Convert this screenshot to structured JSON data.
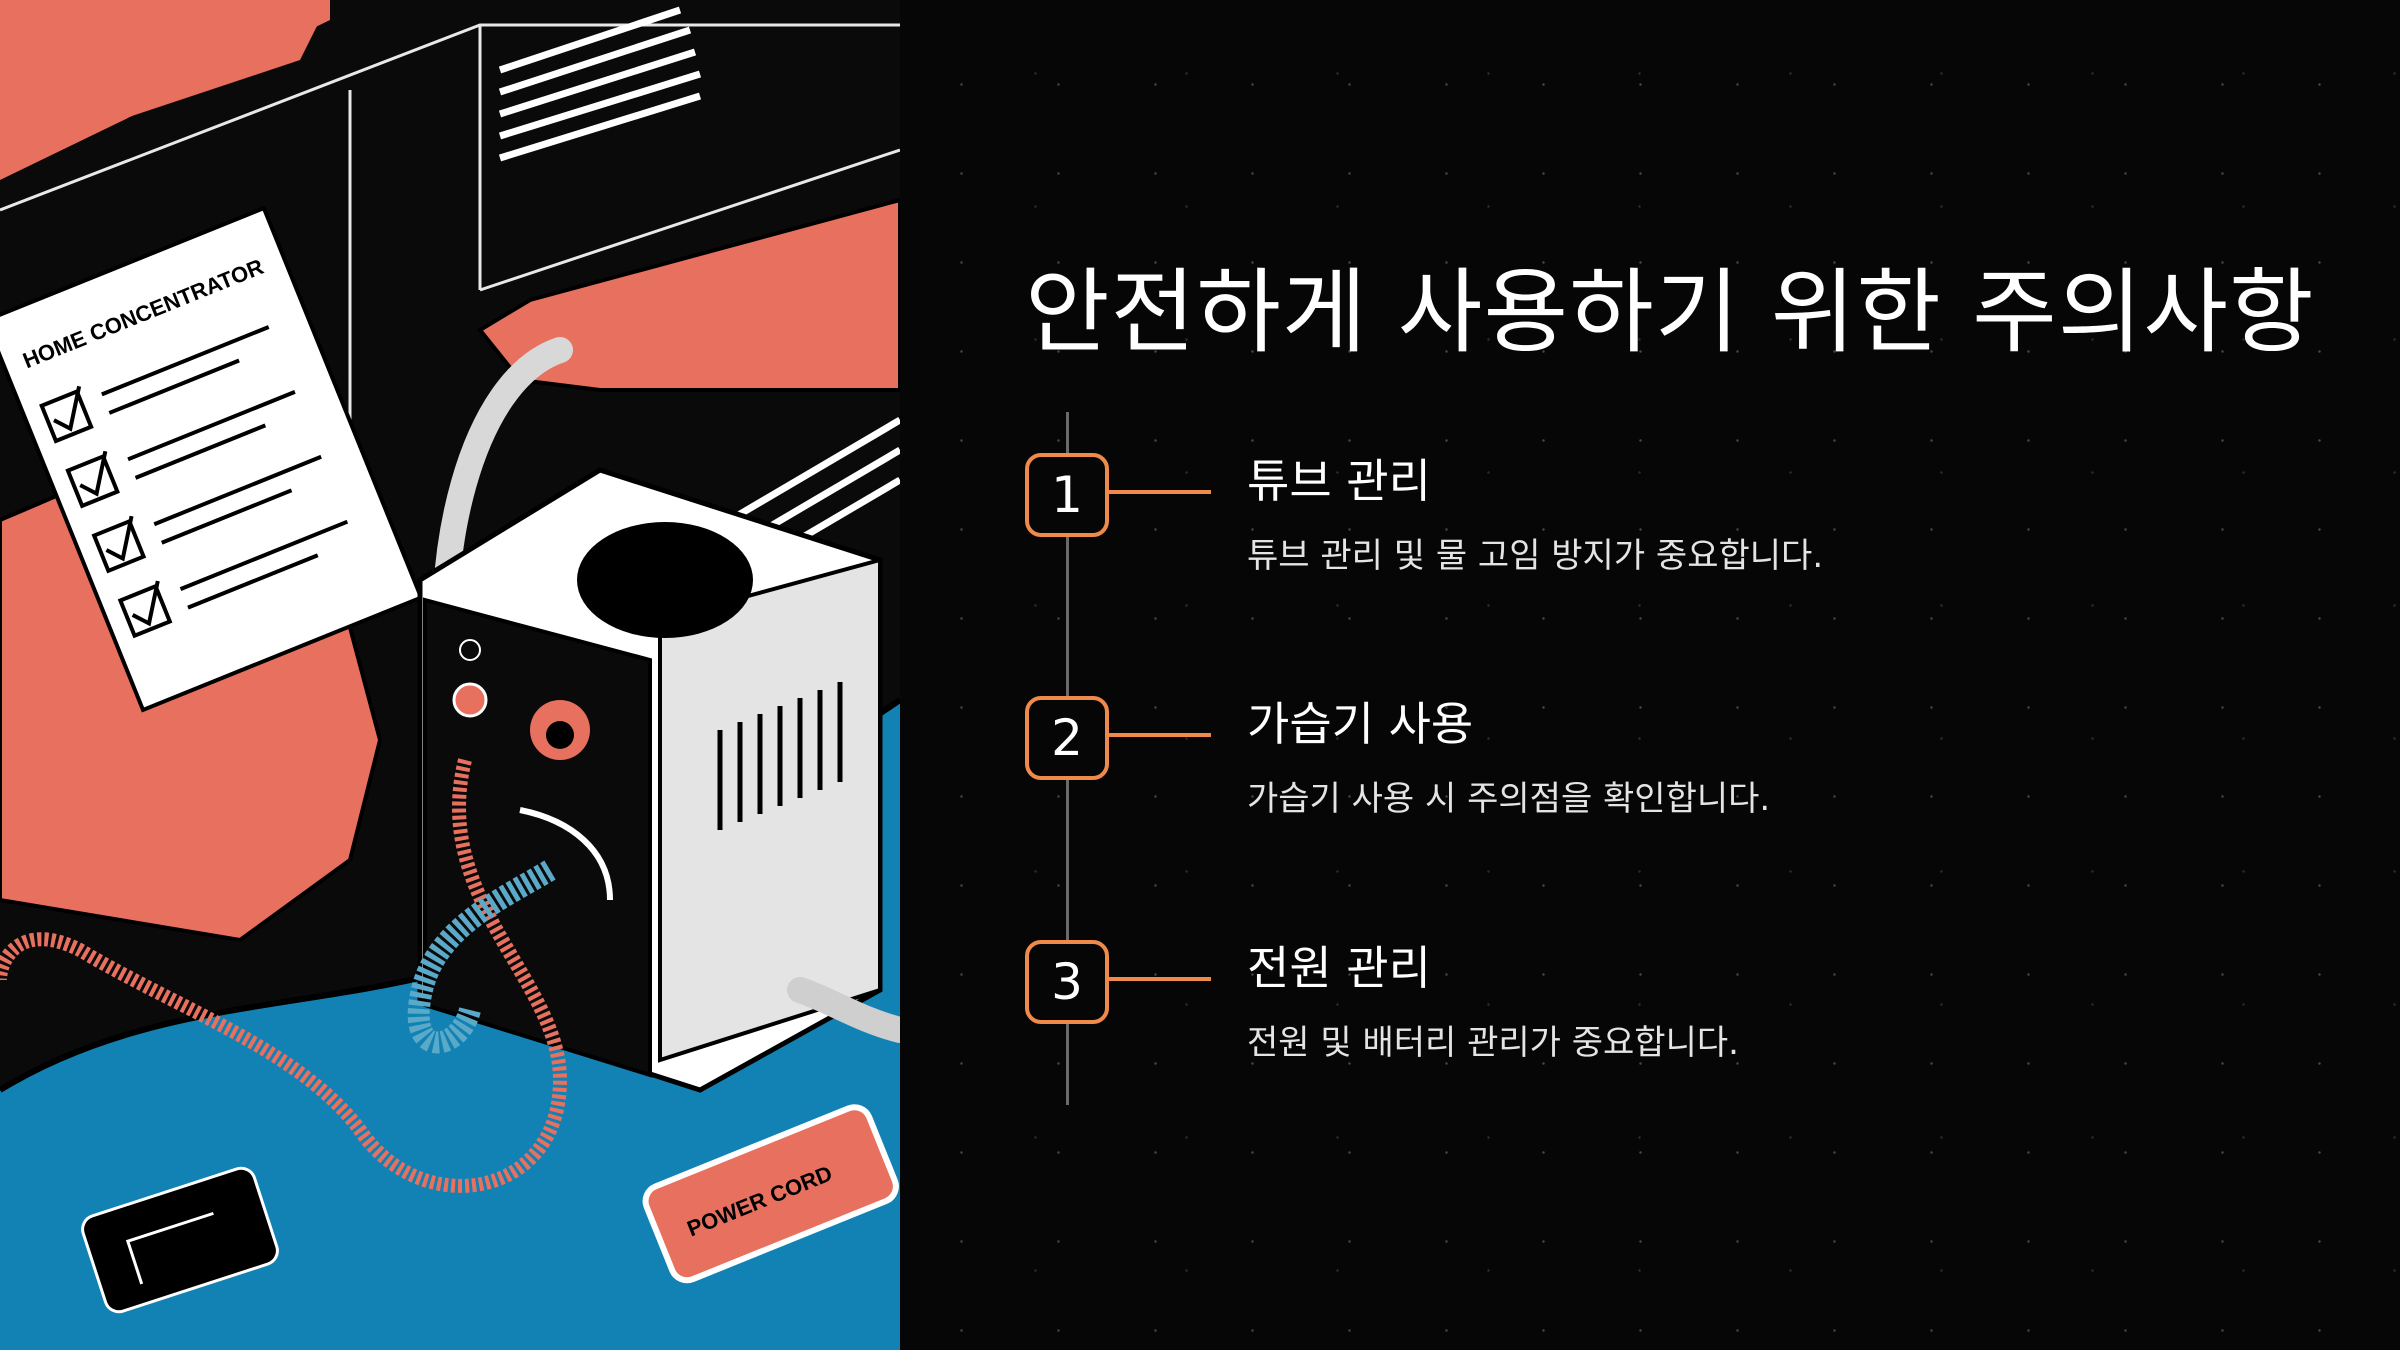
{
  "title": "안전하게 사용하기 위한 주의사항",
  "steps": [
    {
      "number": "1",
      "title": "튜브 관리",
      "desc": "튜브 관리 및 물 고임 방지가 중요합니다."
    },
    {
      "number": "2",
      "title": "가습기 사용",
      "desc": "가습기 사용 시 주의점을 확인합니다."
    },
    {
      "number": "3",
      "title": "전원 관리",
      "desc": "전원 및 배터리 관리가 중요합니다."
    }
  ],
  "illustration": {
    "paper_label": "HOME CONCENTRATOR",
    "cord_label": "POWER CORD"
  },
  "colors": {
    "background": "#060606",
    "accent": "#f08a4a",
    "coral": "#e8705f",
    "blue": "#1282b4",
    "tube_blue": "#5aa9c9"
  }
}
